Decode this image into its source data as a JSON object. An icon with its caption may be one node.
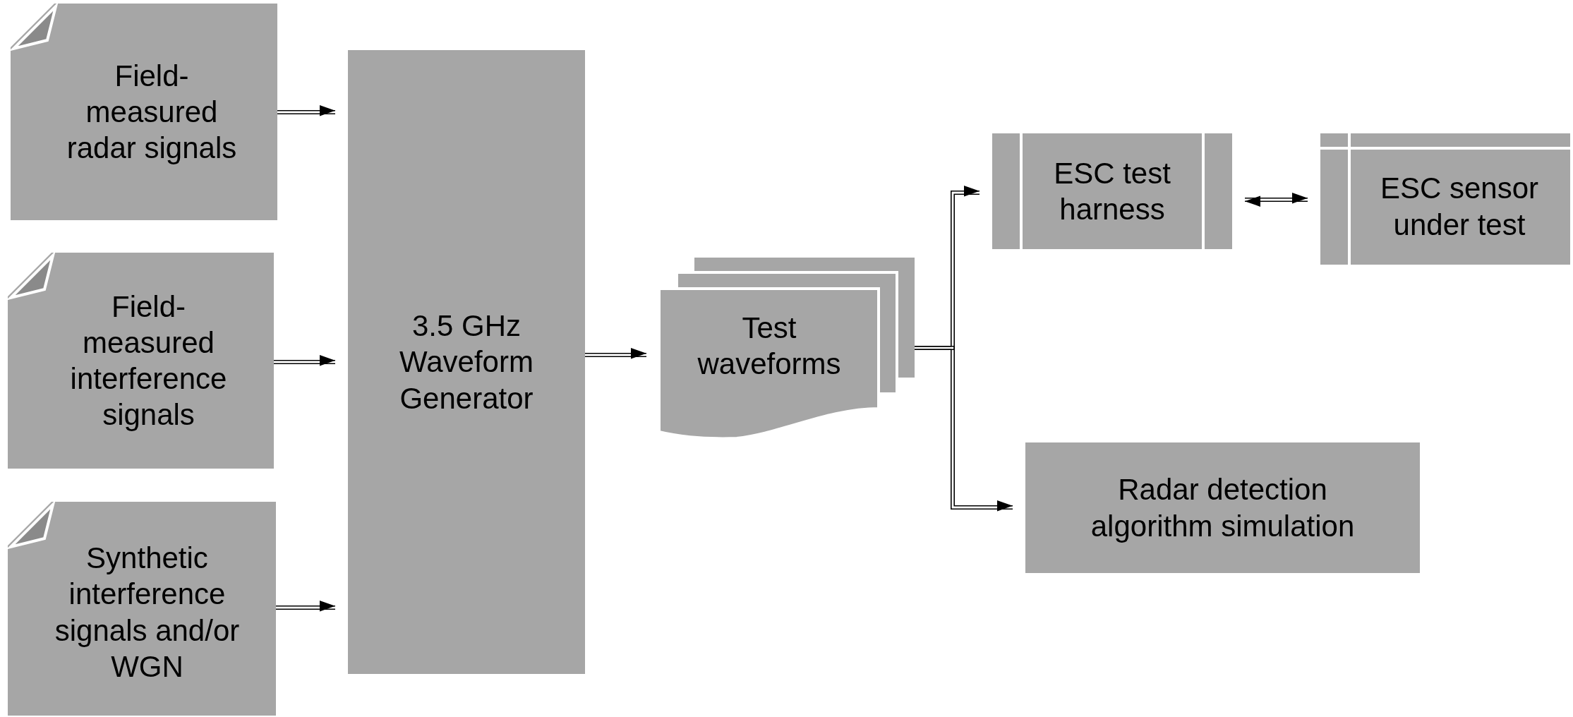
{
  "diagram": {
    "nodes": [
      {
        "text": [
          "Field- measured radar signals"
        ]
      },
      {
        "text": [
          "Field- measured interference signals"
        ]
      },
      {
        "text": [
          "Synthetic interference signals and/or WGN"
        ]
      },
      {
        "text": [
          "3.5 GHz Waveform Generator"
        ]
      },
      {
        "text": [
          "Test waveforms"
        ]
      },
      {
        "text": [
          "ESC test harness"
        ]
      },
      {
        "text": [
          "ESC sensor under test"
        ]
      },
      {
        "text": [
          "Radar detection algorithm simulation"
        ]
      }
    ],
    "edges": [
      {
        "from": 0,
        "to": 3,
        "arrow": "to"
      },
      {
        "from": 1,
        "to": 3,
        "arrow": "to"
      },
      {
        "from": 2,
        "to": 3,
        "arrow": "to"
      },
      {
        "from": 3,
        "to": 4,
        "arrow": "to"
      },
      {
        "from": 4,
        "to": 5,
        "arrow": "to"
      },
      {
        "from": 4,
        "to": 7,
        "arrow": "to"
      },
      {
        "from": 5,
        "to": 6,
        "arrow": "both"
      }
    ]
  }
}
